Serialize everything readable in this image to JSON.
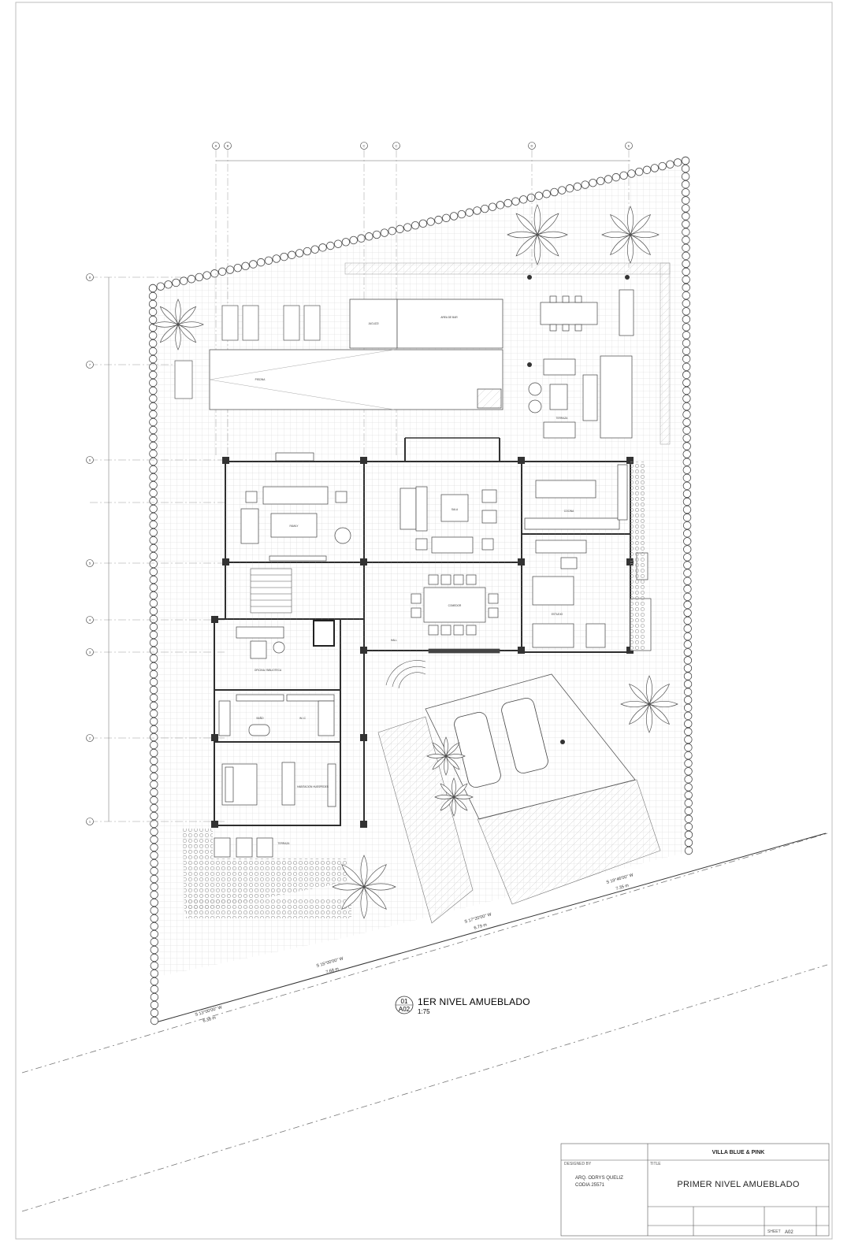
{
  "drawing": {
    "view_number": "01",
    "view_sheet": "A02",
    "view_title": "1ER NIVEL AMUEBLADO",
    "view_scale": "1:75"
  },
  "title_block": {
    "project_name": "VILLA BLUE & PINK",
    "designed_by_label": "DESIGNED BY",
    "designer_name": "ARQ. ODRYS QUELIZ",
    "designer_license": "CODIA 25571",
    "title_label": "TITLE",
    "sheet_title": "PRIMER NIVEL AMUEBLADO",
    "sheet_label": "SHEET",
    "sheet_number": "A02"
  },
  "grid_columns": [
    "A",
    "B",
    "C",
    "C",
    "D",
    "E"
  ],
  "grid_rows": [
    "8",
    "7",
    "6",
    "5",
    "4",
    "3",
    "2",
    "1"
  ],
  "bearings": [
    {
      "bearing": "S 13°00'00\" W",
      "distance": "6.38 m"
    },
    {
      "bearing": "S 15°00'00\" W",
      "distance": "7.68 m"
    },
    {
      "bearing": "S 17°20'00\" W",
      "distance": "6.79 m"
    },
    {
      "bearing": "S 19°46'00\" W",
      "distance": "7.35 m"
    }
  ],
  "rooms": [
    {
      "label": "PISCINA"
    },
    {
      "label": "JACUZZI"
    },
    {
      "label": "AREA DE BAR"
    },
    {
      "label": "TERRAZA"
    },
    {
      "label": "FAMILY"
    },
    {
      "label": "SALA"
    },
    {
      "label": "COCINA"
    },
    {
      "label": "COMEDOR"
    },
    {
      "label": "ESTUDIO"
    },
    {
      "label": "OFICINA / BIBLIOTECA"
    },
    {
      "label": "BAÑO"
    },
    {
      "label": "W.I.C"
    },
    {
      "label": "HABITACION HUESPEDES"
    },
    {
      "label": "HALL"
    },
    {
      "label": "TERRAZA"
    }
  ],
  "colors": {
    "line": "#3a3a3a",
    "light_line": "#9a9a9a",
    "hatch": "#c9c9c9"
  }
}
